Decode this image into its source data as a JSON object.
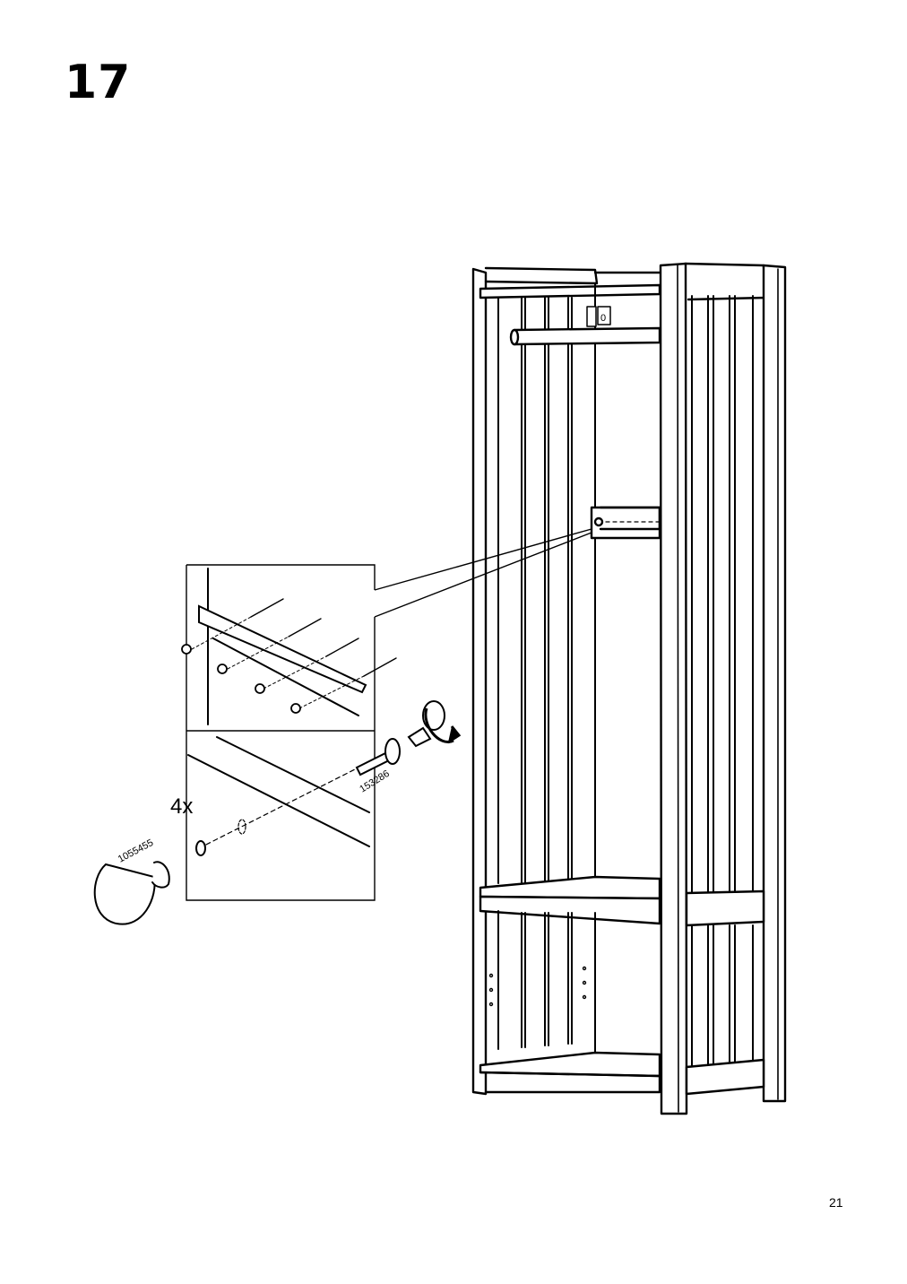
{
  "step": {
    "number": "17"
  },
  "detail": {
    "quantity": "4x",
    "part_screw_id": "153286",
    "part_knob_id": "1055455",
    "label_mark": "0"
  },
  "page": {
    "number": "21"
  },
  "colors": {
    "ink": "#000000",
    "paper": "#ffffff"
  },
  "icons": {
    "rotate": "clockwise-rotation-icon",
    "screwdriver": "screwdriver-bit-icon"
  }
}
